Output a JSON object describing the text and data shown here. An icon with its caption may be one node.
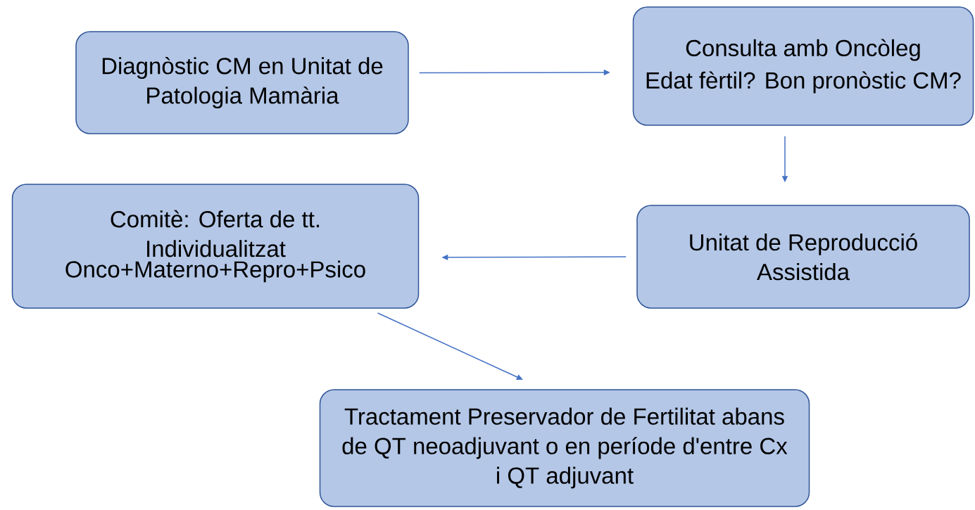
{
  "diagram": {
    "nodes": [
      {
        "text": [
          "Diagnòstic CM en Unitat de Patologia Mamària"
        ]
      },
      {
        "text": [
          "Consulta amb Oncòleg",
          "Edat fèrtil? Bon pronòstic CM?"
        ]
      },
      {
        "text": [
          "Unitat de Reproducció Assistida"
        ]
      },
      {
        "text": [
          "Comitè: Oferta de tt. Individualitzat",
          "Onco+Materno+Repro+Psico"
        ]
      },
      {
        "text": [
          "Tractament Preservador de Fertilitat abans de QT neoadjuvant o en període d'entre Cx i QT adjuvant"
        ]
      }
    ],
    "edges": [
      {
        "from": 0,
        "to": 1,
        "arrow": "to"
      },
      {
        "from": 1,
        "to": 2,
        "arrow": "to"
      },
      {
        "from": 2,
        "to": 3,
        "arrow": "to"
      },
      {
        "from": 3,
        "to": 4,
        "arrow": "to"
      }
    ]
  }
}
